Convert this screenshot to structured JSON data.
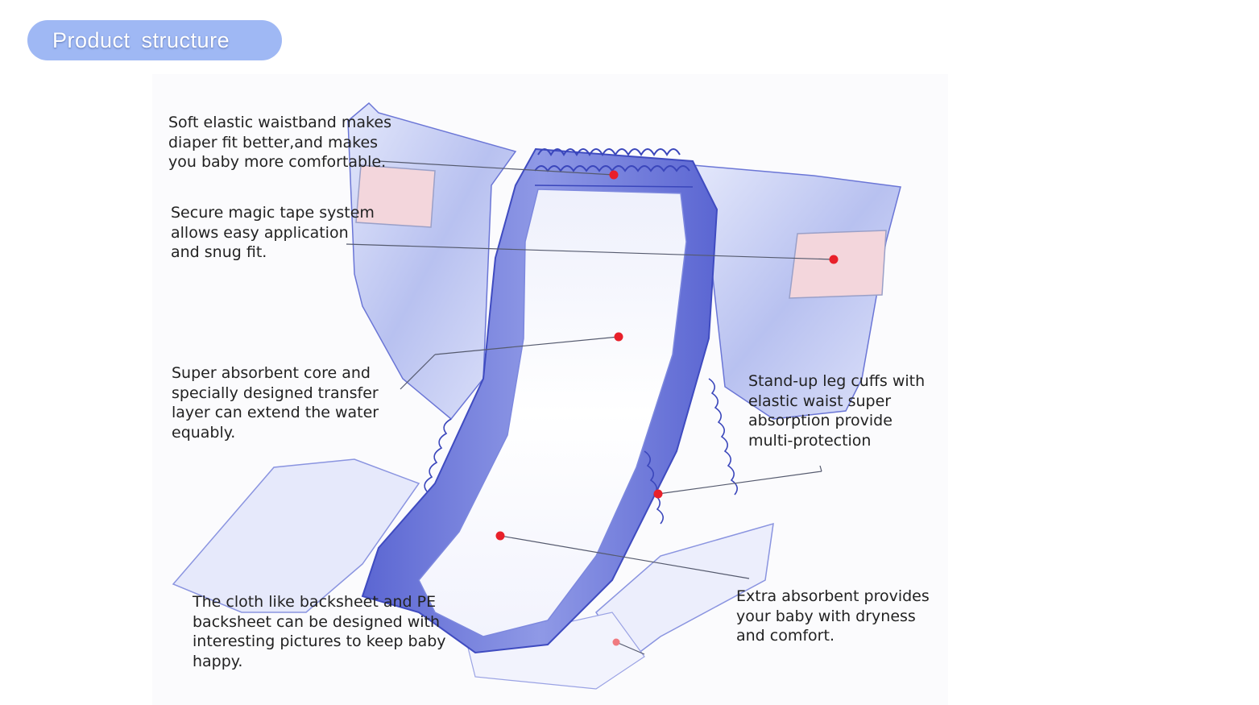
{
  "header": {
    "title": "Product  structure"
  },
  "colors": {
    "pill": "#9fb8f4",
    "diaper_edge": "#4b57c8",
    "diaper_fill": "#c9d0f4",
    "marker": "#e8202a",
    "tape": "#f3d6dc"
  },
  "labels": {
    "waistband": "Soft elastic waistband makes\ndiaper fit better,and makes\nyou baby more comfortable.",
    "tape": "Secure magic tape system\nallows easy application\nand snug fit.",
    "core": "Super absorbent core and\nspecially designed transfer\nlayer can extend the water\nequably.",
    "backsheet": "The cloth like backsheet and PE\nbacksheet can be designed with\ninteresting pictures to keep baby\nhappy.",
    "cuffs": "Stand-up leg cuffs with\nelastic waist super\nabsorption provide\nmulti-protection",
    "extra": "Extra absorbent provides\nyour baby with dryness\nand comfort."
  }
}
